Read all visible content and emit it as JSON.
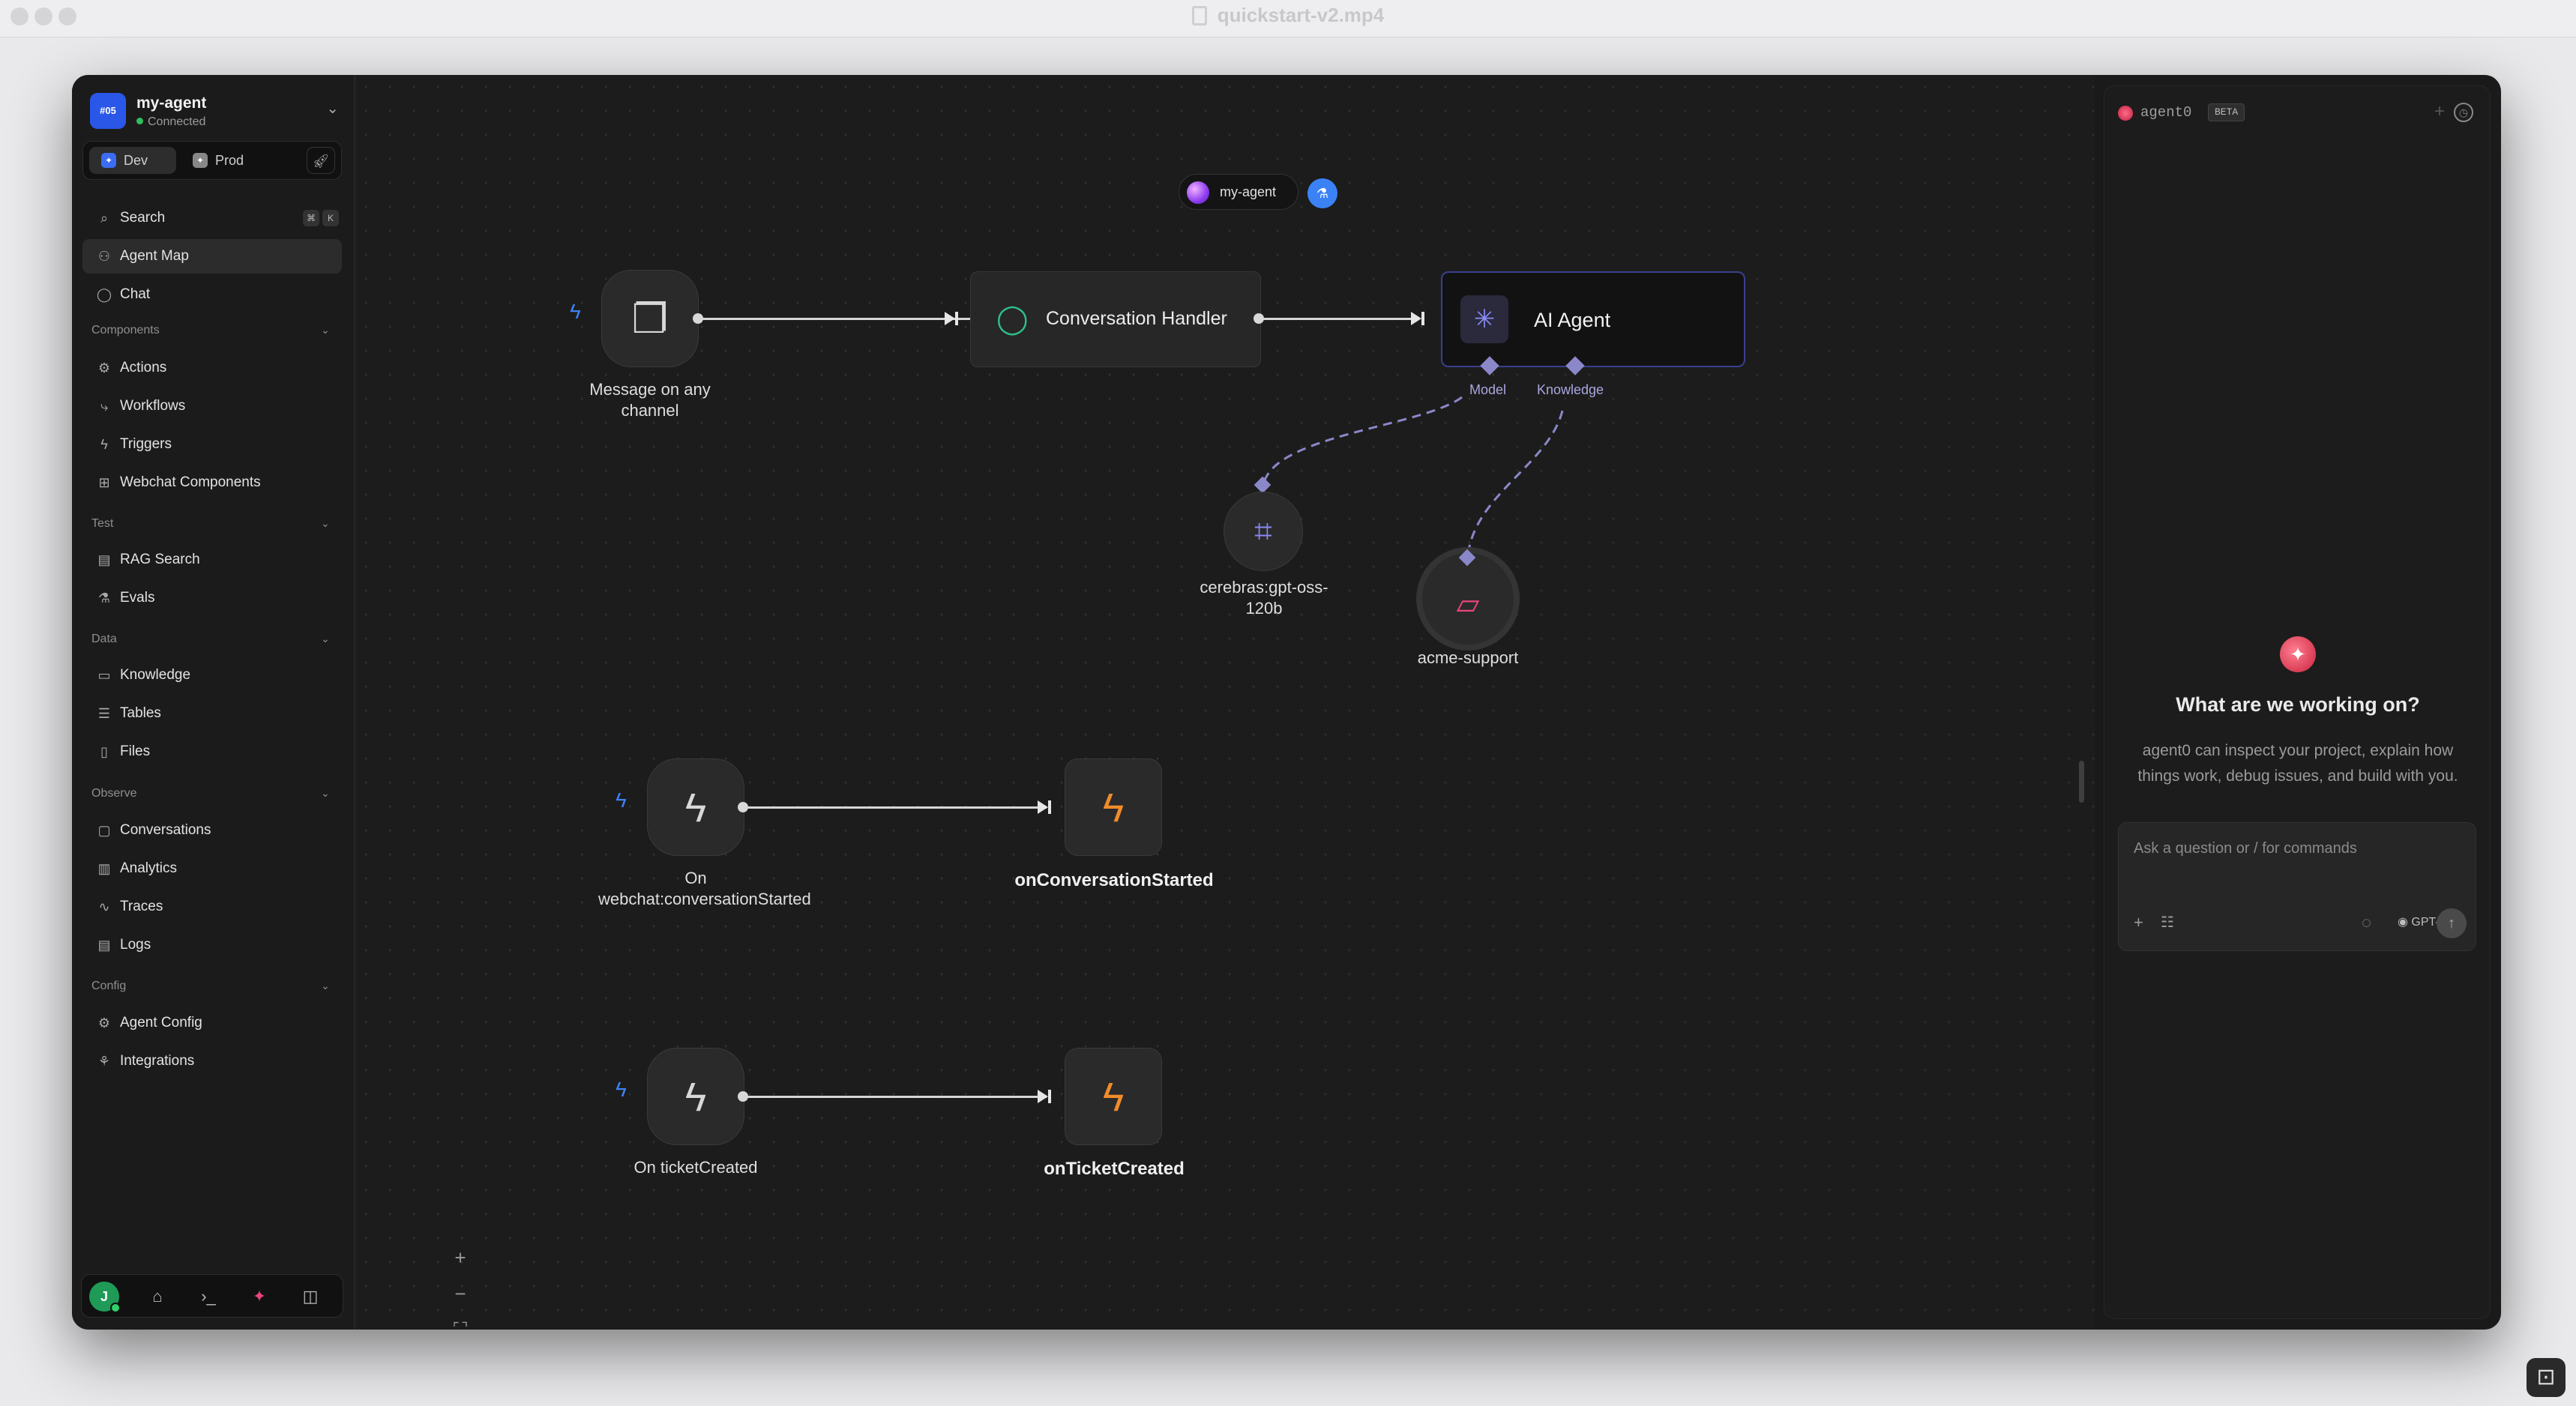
{
  "video_title": "quickstart-v2.mp4",
  "workspace": {
    "logo_text": "#05",
    "name": "my-agent",
    "status": "Connected"
  },
  "env": {
    "dev": "Dev",
    "prod": "Prod"
  },
  "nav": {
    "search": "Search",
    "search_kbd": [
      "⌘",
      "K"
    ],
    "agent_map": "Agent Map",
    "chat": "Chat",
    "components_header": "Components",
    "actions": "Actions",
    "workflows": "Workflows",
    "triggers": "Triggers",
    "webchat_components": "Webchat Components",
    "test_header": "Test",
    "rag_search": "RAG Search",
    "evals": "Evals",
    "data_header": "Data",
    "knowledge": "Knowledge",
    "tables": "Tables",
    "files": "Files",
    "observe_header": "Observe",
    "conversations": "Conversations",
    "analytics": "Analytics",
    "traces": "Traces",
    "logs": "Logs",
    "config_header": "Config",
    "agent_config": "Agent Config",
    "integrations": "Integrations"
  },
  "footer": {
    "avatar_initial": "J"
  },
  "canvas": {
    "agent_pill": "my-agent",
    "trigger_message": "Message on any channel",
    "conversation_handler": "Conversation Handler",
    "ai_agent": "AI Agent",
    "model_pin": "Model",
    "knowledge_pin": "Knowledge",
    "model_node": "cerebras:gpt-oss-120b",
    "knowledge_node": "acme-support",
    "trigger_conv_started": "On webchat:conversationStarted",
    "workflow_conv_started": "onConversationStarted",
    "trigger_ticket": "On ticketCreated",
    "workflow_ticket": "onTicketCreated"
  },
  "panel": {
    "name": "agent0",
    "badge": "BETA",
    "heading": "What are we working on?",
    "subtitle": "agent0 can inspect your project, explain how things work, debug issues, and build with you.",
    "placeholder": "Ask a question or / for commands",
    "model": "GPT-5.5"
  },
  "colors": {
    "accent_blue": "#3b82f6",
    "workflow_orange": "#f08c2b",
    "connection_purple": "#8a88c9",
    "knowledge_pink": "#e8457a",
    "handler_green": "#2fbf8a"
  }
}
